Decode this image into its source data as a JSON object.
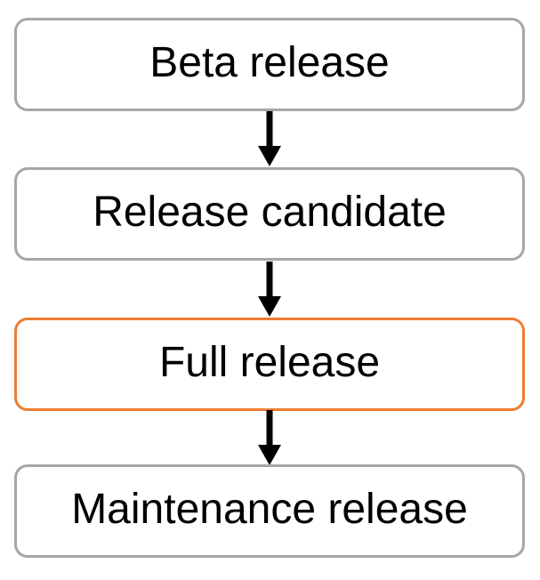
{
  "diagram": {
    "nodes": [
      {
        "id": "beta-release",
        "label": "Beta release",
        "highlighted": false
      },
      {
        "id": "release-candidate",
        "label": "Release candidate",
        "highlighted": false
      },
      {
        "id": "full-release",
        "label": "Full release",
        "highlighted": true
      },
      {
        "id": "maintenance-release",
        "label": "Maintenance release",
        "highlighted": false
      }
    ],
    "edges": [
      {
        "from": "beta-release",
        "to": "release-candidate",
        "icon": "arrow-down-icon"
      },
      {
        "from": "release-candidate",
        "to": "full-release",
        "icon": "arrow-down-icon"
      },
      {
        "from": "full-release",
        "to": "maintenance-release",
        "icon": "arrow-down-icon"
      }
    ],
    "colors": {
      "box_border_default": "#a6a6a6",
      "box_border_highlight": "#ed7d31",
      "box_fill": "#ffffff",
      "text": "#000000",
      "arrow": "#000000",
      "background": "#ffffff"
    }
  }
}
